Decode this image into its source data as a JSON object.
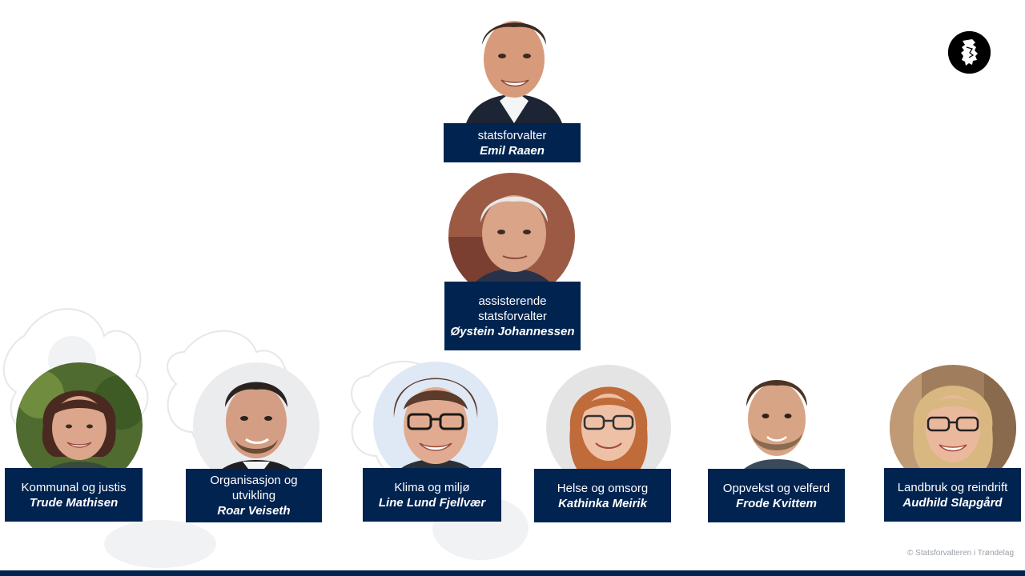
{
  "top": {
    "role": "statsforvalter",
    "name": "Emil Raaen"
  },
  "assistant": {
    "role": "assisterende statsforvalter",
    "name": "Øystein Johannessen"
  },
  "departments": [
    {
      "role": "Kommunal og justis",
      "name": "Trude Mathisen"
    },
    {
      "role": "Organisasjon og utvikling",
      "name": "Roar Veiseth"
    },
    {
      "role": "Klima og miljø",
      "name": "Line Lund Fjellvær"
    },
    {
      "role": "Helse og omsorg",
      "name": "Kathinka Meirik"
    },
    {
      "role": "Oppvekst og velferd",
      "name": "Frode Kvittem"
    },
    {
      "role": "Landbruk og reindrift",
      "name": "Audhild Slapgård"
    }
  ],
  "footer": {
    "copyright": "© Statsforvalteren i Trøndelag"
  },
  "icons": {
    "emblem": "coat-of-arms-lion-icon"
  },
  "colors": {
    "label_bg": "#002350",
    "label_text": "#ffffff"
  }
}
